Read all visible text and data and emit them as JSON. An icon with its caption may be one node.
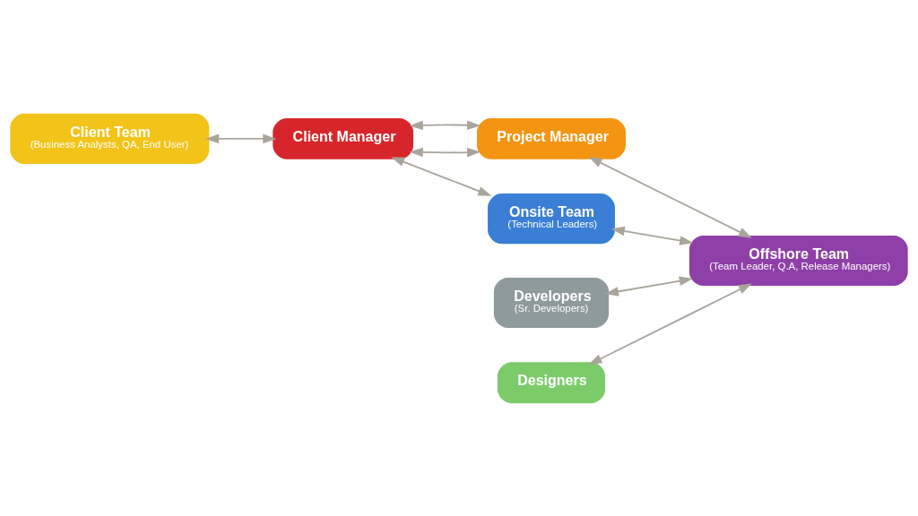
{
  "diagram": {
    "nodes": [
      {
        "text": [
          "Client Team",
          "(Business Analysts, QA, End User)"
        ]
      },
      {
        "text": [
          "Client Manager"
        ]
      },
      {
        "text": [
          "Project Manager"
        ]
      },
      {
        "text": [
          "Developers",
          "(Sr. Developers)"
        ]
      },
      {
        "text": [
          "Designers"
        ]
      },
      {
        "text": [
          "Onsite Team",
          "(Technical Leaders)"
        ]
      },
      {
        "text": [
          "Offshore Team",
          "(Team Leader, Q.A, Release Managers)"
        ]
      }
    ],
    "edges": [
      {
        "from": 0,
        "to": 1,
        "arrow": "both"
      },
      {
        "from": 1,
        "to": 2,
        "arrow": "both"
      },
      {
        "from": 1,
        "to": 2,
        "arrow": "both"
      },
      {
        "from": 1,
        "to": 5,
        "arrow": "both"
      },
      {
        "from": 5,
        "to": 6,
        "arrow": "both"
      },
      {
        "from": 2,
        "to": 6,
        "arrow": "both"
      },
      {
        "from": 3,
        "to": 6,
        "arrow": "both"
      },
      {
        "from": 4,
        "to": 6,
        "arrow": "both"
      }
    ]
  }
}
